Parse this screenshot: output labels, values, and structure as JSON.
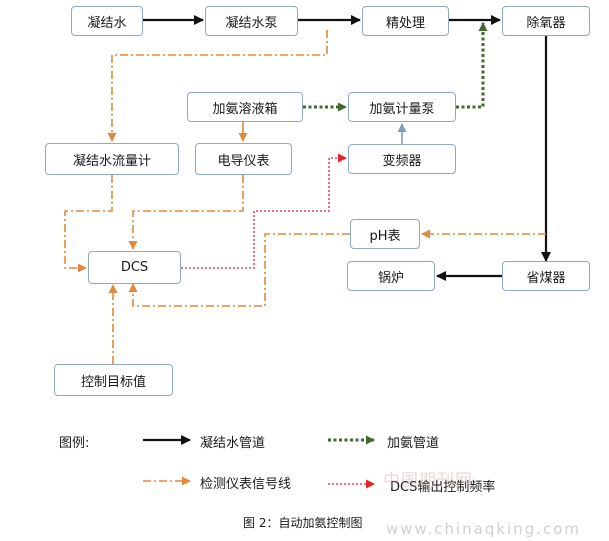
{
  "colors": {
    "black_line": "#111111",
    "green_line": "#3f6a2a",
    "orange_line": "#e08a3c",
    "red_line": "#e8202a",
    "blue_line": "#7f9fc0",
    "node_border": "#8fa9c4"
  },
  "nodes": {
    "condensate": "凝结水",
    "condensate_pump": "凝结水泵",
    "polishing": "精处理",
    "deaerator": "除氧器",
    "ammonia_tank": "加氨溶液箱",
    "ammonia_pump": "加氨计量泵",
    "flow_meter": "凝结水流量计",
    "conductivity_meter": "电导仪表",
    "vfd": "变频器",
    "ph_meter": "pH表",
    "dcs": "DCS",
    "boiler": "锅炉",
    "economizer": "省煤器",
    "setpoint": "控制目标值"
  },
  "legend": {
    "title": "图例:",
    "condensate_pipe": "凝结水管道",
    "ammonia_pipe": "加氨管道",
    "signal": "检测仪表信号线",
    "dcs_output": "DCS输出控制频率"
  },
  "caption": "图 2：自动加氨控制图",
  "watermark": {
    "chinese": "中国期刊网",
    "url": "www.chinaqking.com"
  }
}
